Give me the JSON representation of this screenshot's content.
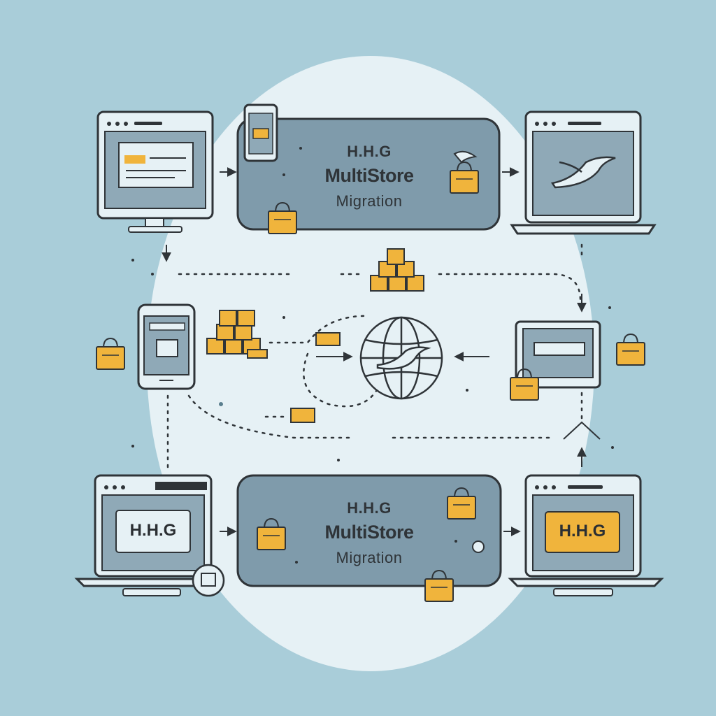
{
  "panels": [
    {
      "line1": "H.H.G",
      "line2": "MultiStore",
      "line3": "Migration"
    },
    {
      "line1": "H.H.G",
      "line2": "MultiStore",
      "line3": "Migration"
    }
  ],
  "monitor_labels": {
    "bottom_left": "H.H.G",
    "bottom_right": "H.H.G"
  },
  "colors": {
    "background": "#a9cdd9",
    "circle": "#e6f1f5",
    "panel": "#7f9bab",
    "outline": "#2f3438",
    "bag": "#f0b43c",
    "screen": "#8fa9b7"
  },
  "icons": [
    "desktop-monitor-icon",
    "smartphone-icon",
    "laptop-icon",
    "shopping-bag-icon",
    "boxes-icon",
    "globe-icon",
    "bird-icon",
    "arrow-icon"
  ]
}
